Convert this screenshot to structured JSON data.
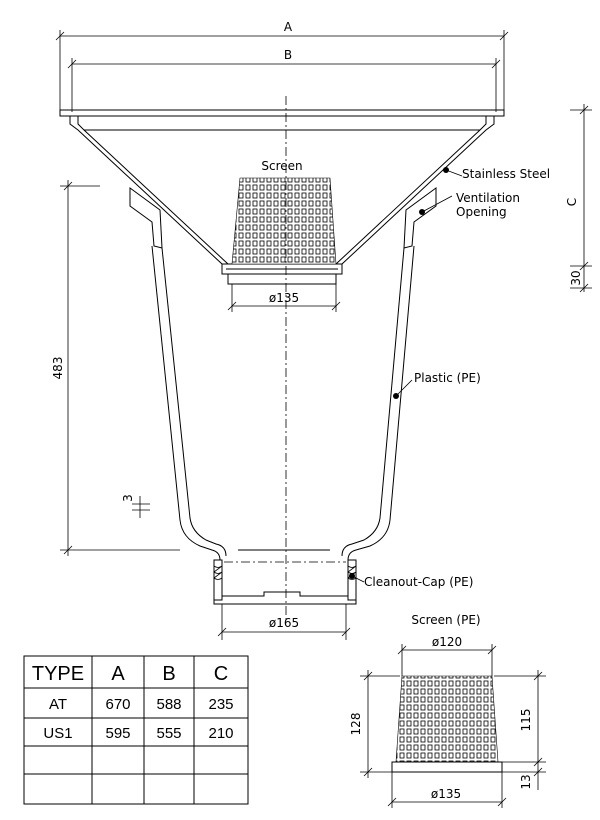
{
  "dimensions": {
    "a": "A",
    "b": "B",
    "c": "C",
    "c_base": "30",
    "height": "483",
    "small": "3",
    "screen_dia": "ø135",
    "outlet_dia": "ø165"
  },
  "labels": {
    "screen": "Screen",
    "stainless": "Stainless Steel",
    "ventilation_1": "Ventilation",
    "ventilation_2": "Opening",
    "plastic": "Plastic (PE)",
    "cleanout": "Cleanout-Cap (PE)"
  },
  "screen_detail": {
    "title": "Screen (PE)",
    "top_dia": "ø120",
    "bottom_dia": "ø135",
    "height_total": "128",
    "height_body": "115",
    "height_base": "13"
  },
  "table": {
    "headers": [
      "TYPE",
      "A",
      "B",
      "C"
    ],
    "rows": [
      [
        "AT",
        "670",
        "588",
        "235"
      ],
      [
        "US1",
        "595",
        "555",
        "210"
      ],
      [
        "",
        "",
        "",
        ""
      ],
      [
        "",
        "",
        "",
        ""
      ]
    ]
  }
}
